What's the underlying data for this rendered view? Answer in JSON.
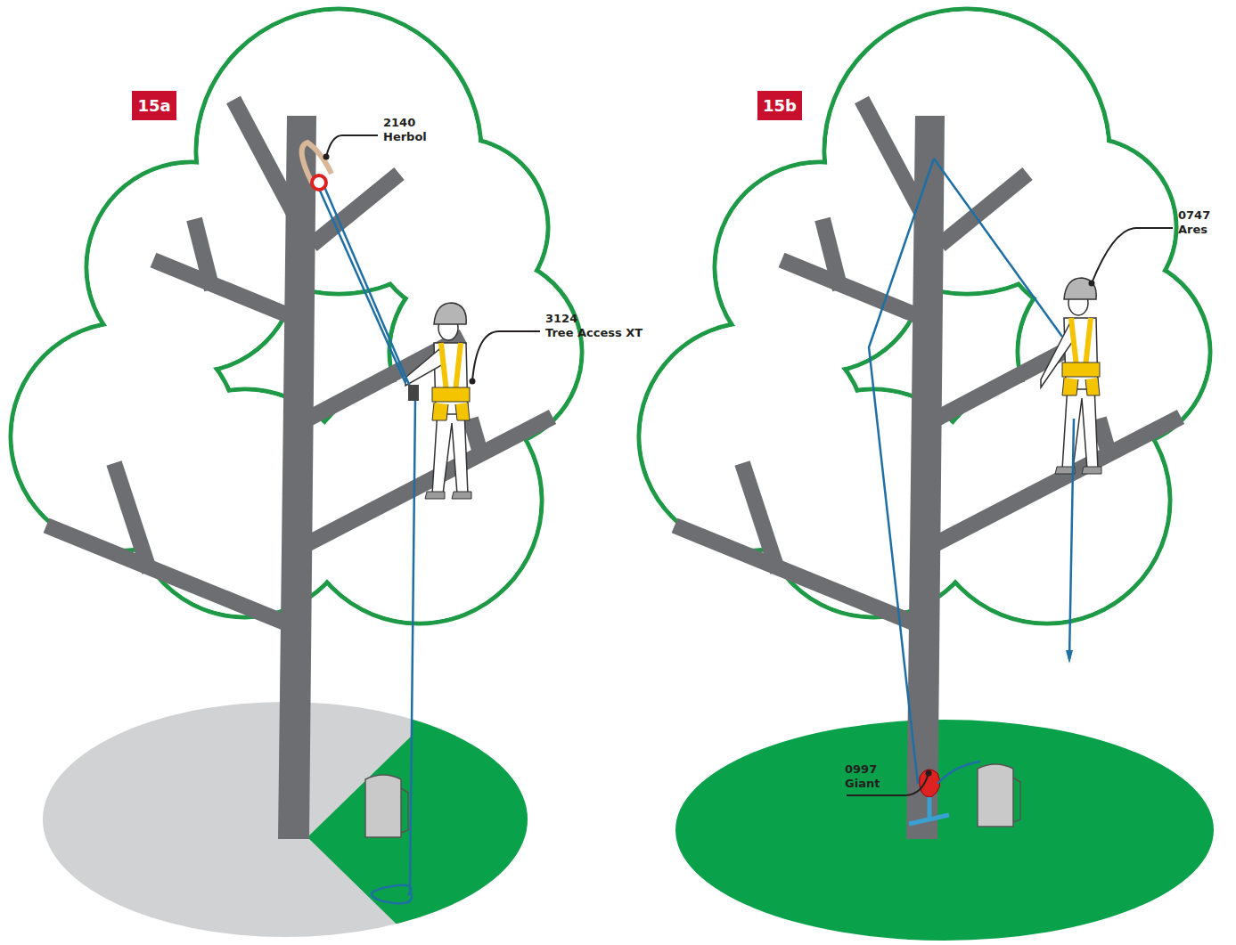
{
  "diagram": {
    "nodes": [
      {
        "text": [
          "15a"
        ]
      },
      {
        "text": [
          "15b"
        ]
      }
    ],
    "labels": [
      "2140",
      "Herbol",
      "3124",
      "Tree Access XT",
      "0747",
      "Ares",
      "0997",
      "Giant"
    ]
  }
}
